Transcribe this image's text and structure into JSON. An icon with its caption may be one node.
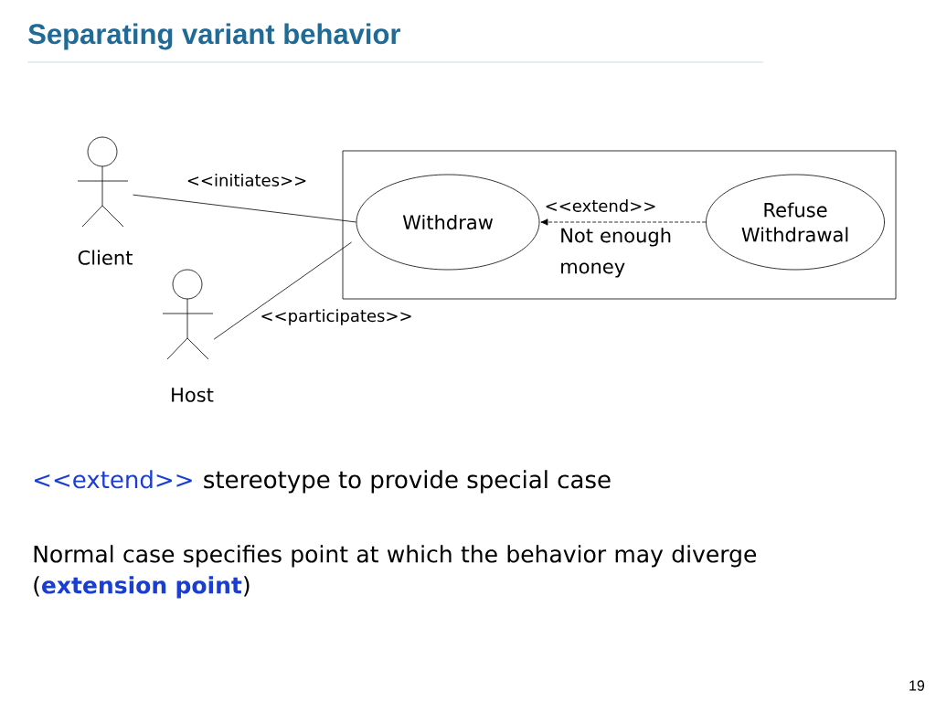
{
  "diagram": {
    "title": "Separating variant behavior",
    "nodes": [
      {
        "text": [
          "Client"
        ]
      },
      {
        "text": [
          "Host"
        ]
      },
      {
        "text": [],
        "shape": "box"
      },
      {
        "text": [
          "Withdraw"
        ],
        "in": 2
      },
      {
        "text": [
          "Refuse Withdrawal"
        ],
        "in": 2
      }
    ],
    "edges": [
      {
        "from": 0,
        "to": 3,
        "arrow": "none",
        "label": "<<initiates>>"
      },
      {
        "from": 1,
        "to": 3,
        "arrow": "none",
        "label": "<<participates>>"
      },
      {
        "from": 4,
        "to": 3,
        "arrow": "to",
        "style": "dashed",
        "label": "<<extend>>"
      }
    ],
    "labels": [
      "Not enough money",
      "<<extend>>",
      "stereotype to provide special case",
      "Normal case specifies point at which the behavior may diverge (**extension point**)",
      "19"
    ]
  }
}
